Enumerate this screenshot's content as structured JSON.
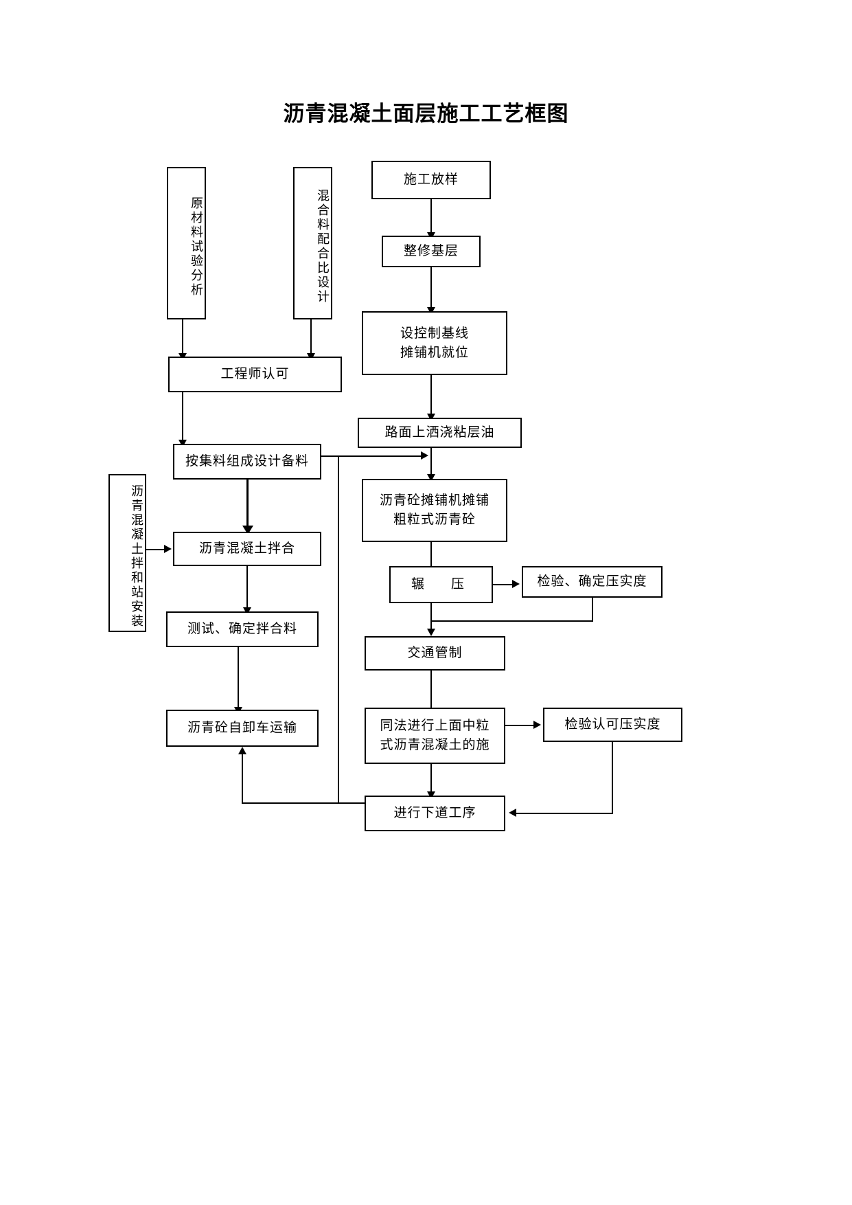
{
  "document": {
    "title": "沥青混凝土面层施工工艺框图",
    "type": "process-flowchart",
    "background_color": "#ffffff",
    "line_color": "#000000",
    "text_color": "#000000"
  },
  "nodes": {
    "raw_material_test": {
      "label": "原材料试验分析",
      "orientation": "vertical"
    },
    "mix_ratio_design": {
      "label": "混合料配合比设计",
      "orientation": "vertical"
    },
    "engineer_approval": {
      "label": "工程师认可",
      "orientation": "horizontal"
    },
    "prepare_aggregate": {
      "label": "按集料组成设计备料",
      "orientation": "horizontal"
    },
    "mixing_plant_install": {
      "label": "沥青混凝土拌和站安装",
      "orientation": "vertical"
    },
    "concrete_mixing": {
      "label": "沥青混凝土拌合",
      "orientation": "horizontal"
    },
    "test_confirm_mix": {
      "label": "测试、确定拌合料",
      "orientation": "horizontal"
    },
    "dump_truck_transport": {
      "label": "沥青砼自卸车运输",
      "orientation": "horizontal"
    },
    "construction_layout": {
      "label": "施工放样",
      "orientation": "horizontal"
    },
    "repair_base": {
      "label": "整修基层",
      "orientation": "horizontal"
    },
    "baseline_paver": {
      "line1": "设控制基线",
      "line2": "摊铺机就位",
      "orientation": "horizontal"
    },
    "spray_tack_coat": {
      "label": "路面上洒浇粘层油",
      "orientation": "horizontal"
    },
    "paver_coarse": {
      "line1": "沥青砼摊铺机摊铺",
      "line2": "粗粒式沥青砼",
      "orientation": "horizontal"
    },
    "rolling": {
      "label": "辗　压",
      "orientation": "horizontal"
    },
    "check_compaction": {
      "label": "检验、确定压实度",
      "orientation": "horizontal"
    },
    "traffic_control": {
      "label": "交通管制",
      "orientation": "horizontal"
    },
    "upper_medium_layer": {
      "line1": "同法进行上面中粒",
      "line2": "式沥青混凝土的施",
      "orientation": "horizontal"
    },
    "approve_compaction": {
      "label": "检验认可压实度",
      "orientation": "horizontal"
    },
    "next_process": {
      "label": "进行下道工序",
      "orientation": "horizontal"
    }
  },
  "edges": [
    {
      "from": "raw_material_test",
      "to": "engineer_approval"
    },
    {
      "from": "mix_ratio_design",
      "to": "engineer_approval"
    },
    {
      "from": "engineer_approval",
      "to": "prepare_aggregate"
    },
    {
      "from": "prepare_aggregate",
      "to": "concrete_mixing"
    },
    {
      "from": "mixing_plant_install",
      "to": "concrete_mixing"
    },
    {
      "from": "concrete_mixing",
      "to": "test_confirm_mix"
    },
    {
      "from": "test_confirm_mix",
      "to": "dump_truck_transport"
    },
    {
      "from": "prepare_aggregate",
      "to": "paver_coarse"
    },
    {
      "from": "construction_layout",
      "to": "repair_base"
    },
    {
      "from": "repair_base",
      "to": "baseline_paver"
    },
    {
      "from": "baseline_paver",
      "to": "spray_tack_coat"
    },
    {
      "from": "spray_tack_coat",
      "to": "paver_coarse"
    },
    {
      "from": "paver_coarse",
      "to": "rolling"
    },
    {
      "from": "rolling",
      "to": "check_compaction"
    },
    {
      "from": "check_compaction",
      "to": "traffic_control"
    },
    {
      "from": "traffic_control",
      "to": "upper_medium_layer"
    },
    {
      "from": "upper_medium_layer",
      "to": "approve_compaction"
    },
    {
      "from": "upper_medium_layer",
      "to": "next_process"
    },
    {
      "from": "approve_compaction",
      "to": "next_process"
    },
    {
      "from": "next_process",
      "to": "dump_truck_transport"
    }
  ]
}
